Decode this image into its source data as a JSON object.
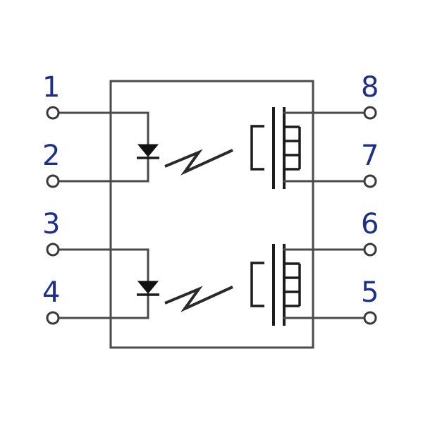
{
  "pins": {
    "p1": "1",
    "p2": "2",
    "p3": "3",
    "p4": "4",
    "p5": "5",
    "p6": "6",
    "p7": "7",
    "p8": "8"
  },
  "colors": {
    "label": "#1e2f8a",
    "line": "#4a4a4a",
    "device": "#1c1c1c"
  },
  "icons": {
    "input": "led-diode-icon",
    "coupling": "light-zigzag-icon",
    "output": "mosfet-icon"
  }
}
